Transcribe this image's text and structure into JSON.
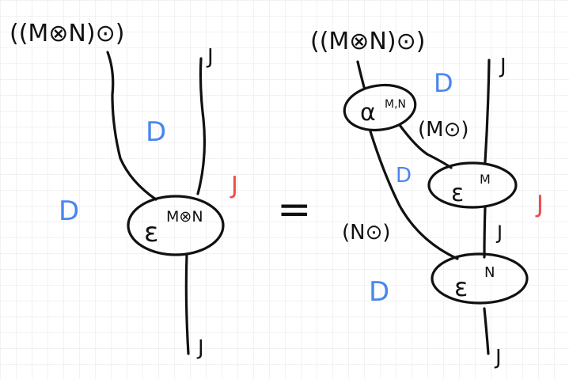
{
  "colors": {
    "ink": "#111111",
    "region_d": "#4a86f0",
    "region_j": "#f04a4a",
    "grid": "#e6e6e6"
  },
  "left": {
    "input_label": "((M⊗N)⊙)",
    "right_input_label": "J",
    "inner_region": "D",
    "outer_region": "D",
    "right_region": "J",
    "node_label": "ε",
    "node_sup": "M⊗N",
    "output_label": "J"
  },
  "equals": "=",
  "right": {
    "input_label": "((M⊗N)⊙)",
    "right_input_label": "J",
    "top_region": "D",
    "alpha_label": "α",
    "alpha_sup": "M,N",
    "m_wire_label": "(M⊙)",
    "middle_region": "D",
    "eps_m_label": "ε",
    "eps_m_sup": "M",
    "right_region": "J",
    "n_wire_label": "(N⊙)",
    "middle_j_label": "J",
    "bottom_region": "D",
    "eps_n_label": "ε",
    "eps_n_sup": "N",
    "output_label": "J"
  }
}
